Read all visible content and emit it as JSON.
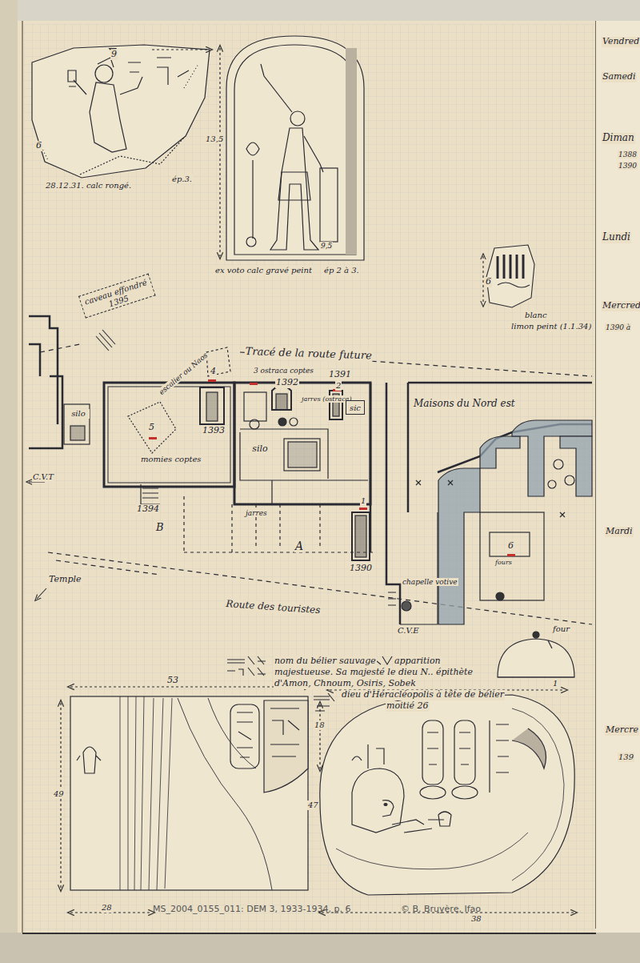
{
  "diagram": {
    "nodes": [
      {
        "text": [
          "caveau effondré",
          "1395"
        ]
      },
      {
        "text": [
          "silo"
        ]
      },
      {
        "text": [
          "silo"
        ]
      },
      {
        "text": [
          "sic"
        ]
      }
    ],
    "labels": [
      "9",
      "6",
      "28.12.31. calc rongé.",
      "ép.3.",
      "13,5",
      "9,5",
      "ex voto calc gravé peint",
      "ép 2 à 3.",
      "6",
      "blanc",
      "limon peint (1.1.34)",
      "Tracé de la route future",
      "3 ostraca coptes",
      "1392",
      "1391",
      "4",
      "2",
      "escalier ou Naos",
      "1393",
      "5",
      "momies coptes",
      "1394",
      "B",
      "A",
      "C.V.T",
      "Temple",
      "Route des touristes",
      "C.V.E",
      "1390",
      "chapelle votive",
      "Maisons du Nord est",
      "jarres",
      "1",
      "6",
      "fours",
      "jarres (ostraca)",
      "four",
      "Vendred",
      "Samedi",
      "Diman",
      "1388",
      "1390",
      "Lundi",
      "Mercred",
      "1390 à",
      "Mardi",
      "Mercre",
      "139",
      "nom du bélier sauvage",
      "apparition",
      "majestueuse. Sa majesté le dieu N.. épithète",
      "d'Amon, Chnoum, Osiris, Sobek",
      "dieu d'Héracléopolis à tête de bélier",
      "moitié 26",
      "53",
      "18",
      "49",
      "47",
      "28",
      "38",
      "1",
      "MS_2004_0155_011: DEM 3, 1933-1934, p. 6",
      "© B. Bruyère, Ifao"
    ]
  }
}
